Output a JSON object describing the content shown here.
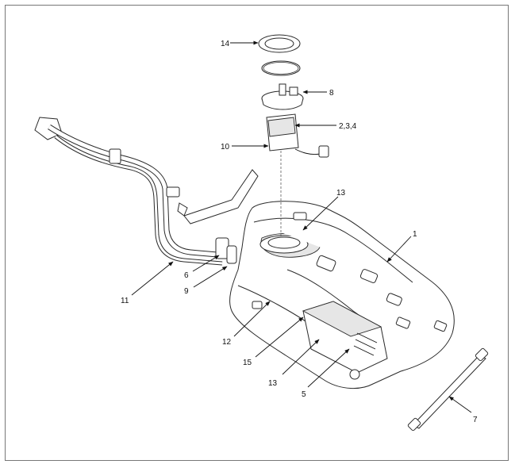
{
  "diagram": {
    "callouts": {
      "c1": "1",
      "c234": "2,3,4",
      "c5": "5",
      "c6": "6",
      "c7": "7",
      "c8": "8",
      "c9": "9",
      "c10": "10",
      "c11": "11",
      "c12": "12",
      "c13a": "13",
      "c13b": "13",
      "c14": "14",
      "c15": "15"
    }
  }
}
